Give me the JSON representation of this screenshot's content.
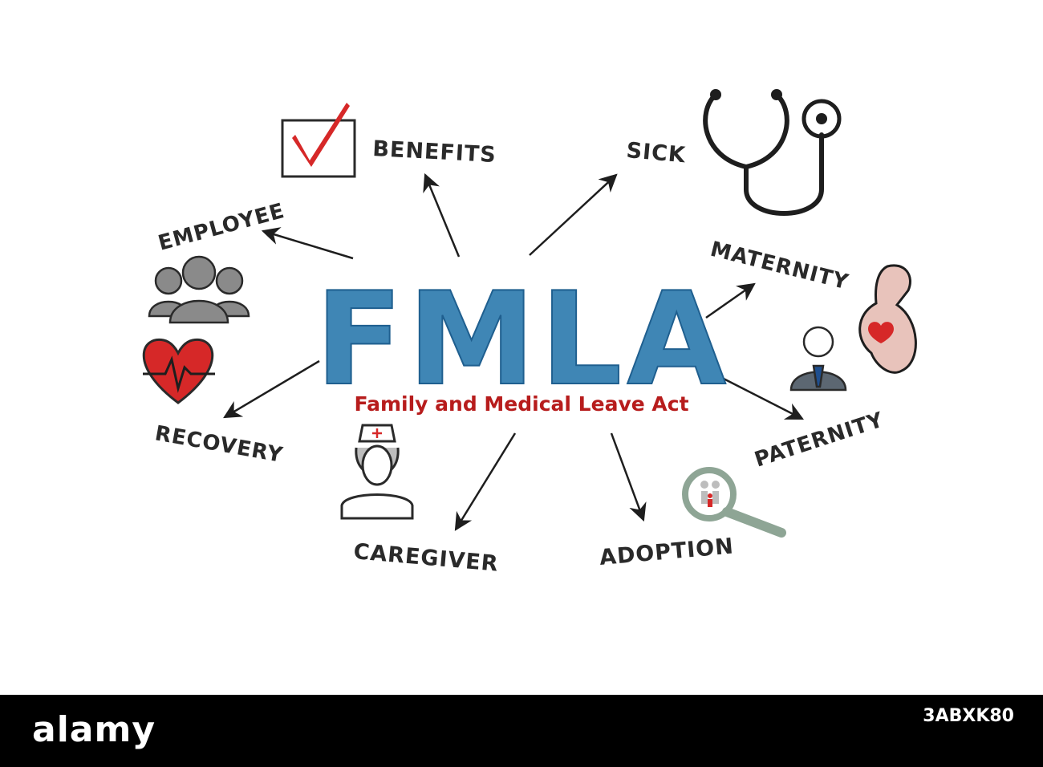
{
  "title": "FMLA",
  "subtitle": "Family and Medical Leave Act",
  "labels": {
    "benefits": "BENEFITS",
    "sick": "SICK",
    "employee": "EMPLOYEE",
    "maternity": "MATERNITY",
    "recovery": "RECOVERY",
    "paternity": "PATERNITY",
    "caregiver": "CAREGIVER",
    "adoption": "ADOPTION"
  },
  "icons": {
    "benefits": "checkbox-icon",
    "sick": "stethoscope-icon",
    "employee": "people-group-icon",
    "maternity": "pregnant-woman-icon",
    "recovery": "heartbeat-icon",
    "paternity": "businessman-icon",
    "caregiver": "nurse-icon",
    "adoption": "magnifier-family-icon"
  },
  "colors": {
    "title": "#3f86b5",
    "subtitle": "#b71c1c",
    "label": "#2a2a2a",
    "accent_red": "#d62828",
    "footer": "#000000"
  },
  "footer": {
    "brand": "alamy",
    "image_id": "3ABXK80"
  }
}
